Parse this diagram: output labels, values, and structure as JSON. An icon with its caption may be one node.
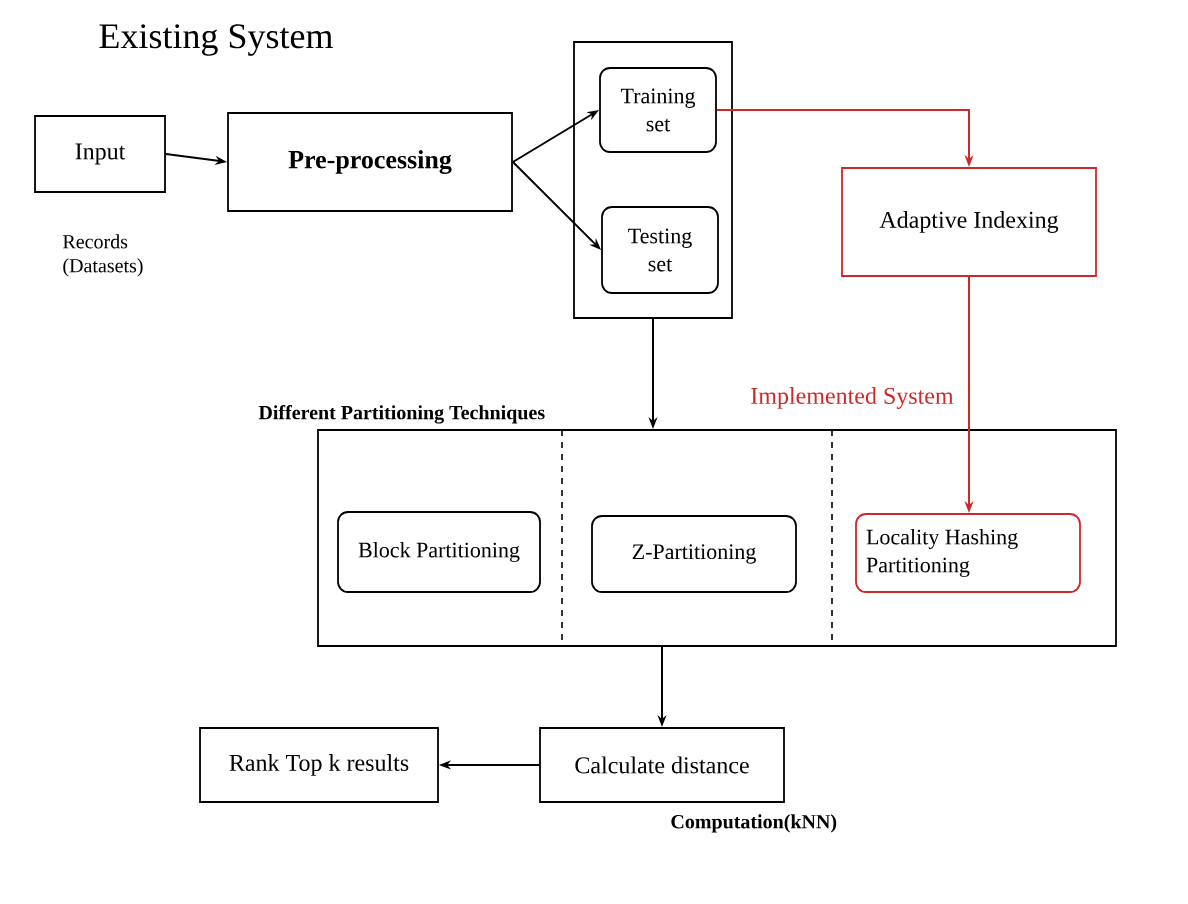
{
  "diagram": {
    "nodes": [
      {
        "text": [
          "Input"
        ],
        "beside": [
          "Records (Datasets)"
        ]
      },
      {
        "text": [
          "Pre-processing"
        ]
      },
      {
        "text": [],
        "shape": "box"
      },
      {
        "text": [
          "Training set"
        ],
        "in": 2
      },
      {
        "text": [
          "Testing set"
        ],
        "in": 2
      },
      {
        "text": [
          "Adaptive Indexing"
        ]
      },
      {
        "text": [
          "Different Partitioning Techniques"
        ]
      },
      {
        "text": [
          "Block Partitioning"
        ],
        "in": 6
      },
      {
        "text": [
          "Z-Partitioning"
        ],
        "in": 6
      },
      {
        "text": [
          "Locality Hashing Partitioning"
        ],
        "in": 6
      },
      {
        "text": [
          "Calculate distance"
        ],
        "beside": [
          "Computation(kNN)"
        ]
      },
      {
        "text": [
          "Rank Top k results"
        ]
      }
    ],
    "edges": [
      {
        "from": 0,
        "to": 1,
        "arrow": "to"
      },
      {
        "from": 1,
        "to": 3,
        "arrow": "to"
      },
      {
        "from": 1,
        "to": 4,
        "arrow": "to"
      },
      {
        "from": 3,
        "to": 5,
        "arrow": "to",
        "color": "#d02828"
      },
      {
        "from": 2,
        "to": 6,
        "arrow": "to"
      },
      {
        "from": 5,
        "to": 9,
        "arrow": "to",
        "color": "#d02828"
      },
      {
        "from": 6,
        "to": 10,
        "arrow": "to"
      },
      {
        "from": 10,
        "to": 11,
        "arrow": "to"
      }
    ],
    "labels": [
      "Existing System",
      "Implemented System"
    ]
  }
}
